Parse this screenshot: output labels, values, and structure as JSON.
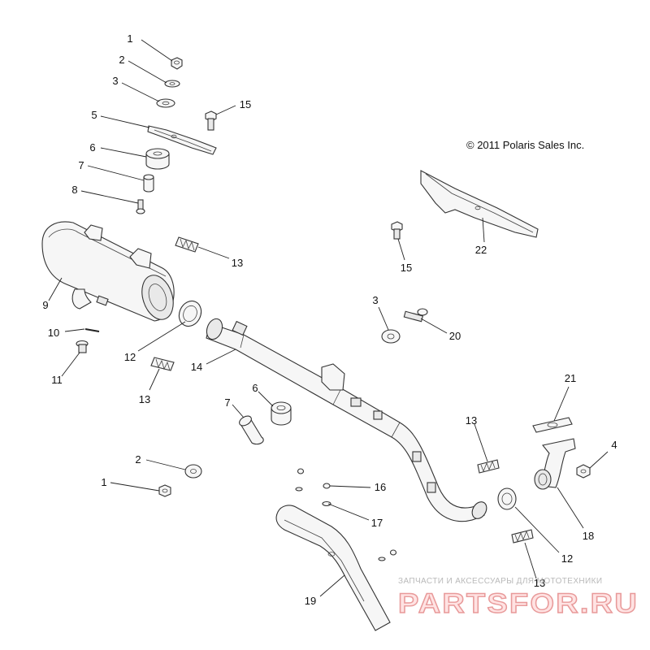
{
  "copyright": "© 2011 Polaris Sales Inc.",
  "watermark": {
    "tagline": "ЗАПЧАСТИ И АКСЕССУАРЫ ДЛЯ МОТОТЕХНИКИ",
    "brand": "PARTSFOR.RU"
  },
  "callouts": [
    {
      "id": "c1a",
      "label": "1"
    },
    {
      "id": "c2a",
      "label": "2"
    },
    {
      "id": "c3a",
      "label": "3"
    },
    {
      "id": "c5",
      "label": "5"
    },
    {
      "id": "c15a",
      "label": "15"
    },
    {
      "id": "c6a",
      "label": "6"
    },
    {
      "id": "c7a",
      "label": "7"
    },
    {
      "id": "c8",
      "label": "8"
    },
    {
      "id": "c13a",
      "label": "13"
    },
    {
      "id": "c9",
      "label": "9"
    },
    {
      "id": "c10",
      "label": "10"
    },
    {
      "id": "c12a",
      "label": "12"
    },
    {
      "id": "c11",
      "label": "11"
    },
    {
      "id": "c14",
      "label": "14"
    },
    {
      "id": "c13b",
      "label": "13"
    },
    {
      "id": "c7b",
      "label": "7"
    },
    {
      "id": "c6b",
      "label": "6"
    },
    {
      "id": "c2b",
      "label": "2"
    },
    {
      "id": "c1b",
      "label": "1"
    },
    {
      "id": "c22",
      "label": "22"
    },
    {
      "id": "c15b",
      "label": "15"
    },
    {
      "id": "c3b",
      "label": "3"
    },
    {
      "id": "c20",
      "label": "20"
    },
    {
      "id": "c21",
      "label": "21"
    },
    {
      "id": "c13c",
      "label": "13"
    },
    {
      "id": "c4",
      "label": "4"
    },
    {
      "id": "c16",
      "label": "16"
    },
    {
      "id": "c17",
      "label": "17"
    },
    {
      "id": "c18",
      "label": "18"
    },
    {
      "id": "c12b",
      "label": "12"
    },
    {
      "id": "c13d",
      "label": "13"
    },
    {
      "id": "c19",
      "label": "19"
    }
  ]
}
